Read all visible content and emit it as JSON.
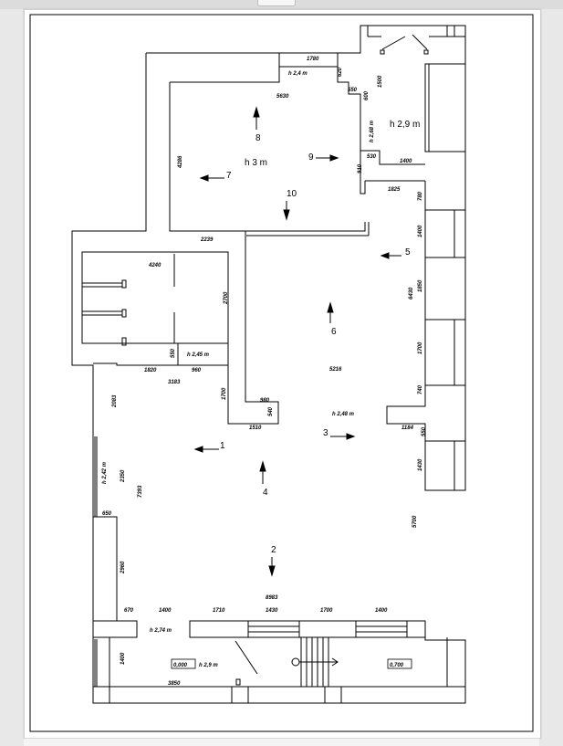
{
  "heights": [
    {
      "id": "h24",
      "text": "h 2,4 m"
    },
    {
      "id": "h268",
      "text": "h 2,68 m"
    },
    {
      "id": "h29top",
      "text": "h 2,9 m"
    },
    {
      "id": "h3",
      "text": "h 3 m"
    },
    {
      "id": "h245",
      "text": "h 2,45 m"
    },
    {
      "id": "h248",
      "text": "h 2,48 m"
    },
    {
      "id": "h242",
      "text": "h 2,42 m"
    },
    {
      "id": "h274",
      "text": "h 2,74 m"
    },
    {
      "id": "h29bot",
      "text": "h 2,9 m"
    }
  ],
  "levels": [
    {
      "id": "level-0",
      "text": "0,000"
    },
    {
      "id": "level-07",
      "text": "0,700"
    }
  ],
  "viewpoints": [
    "1",
    "2",
    "3",
    "4",
    "5",
    "6",
    "7",
    "8",
    "9",
    "10"
  ],
  "dimensions": [
    "1780",
    "620",
    "550",
    "600",
    "1500",
    "5630",
    "4286",
    "530",
    "910",
    "1400",
    "1825",
    "780",
    "2239",
    "4240",
    "2700",
    "550",
    "1820",
    "960",
    "3183",
    "1700",
    "2083",
    "1400",
    "6430",
    "1850",
    "5216",
    "980",
    "540",
    "1510",
    "1184",
    "550",
    "1700",
    "740",
    "1430",
    "2350",
    "7393",
    "650",
    "5700",
    "2960",
    "670",
    "1400",
    "1710",
    "1430",
    "1700",
    "1400",
    "8983",
    "1400",
    "3850"
  ]
}
